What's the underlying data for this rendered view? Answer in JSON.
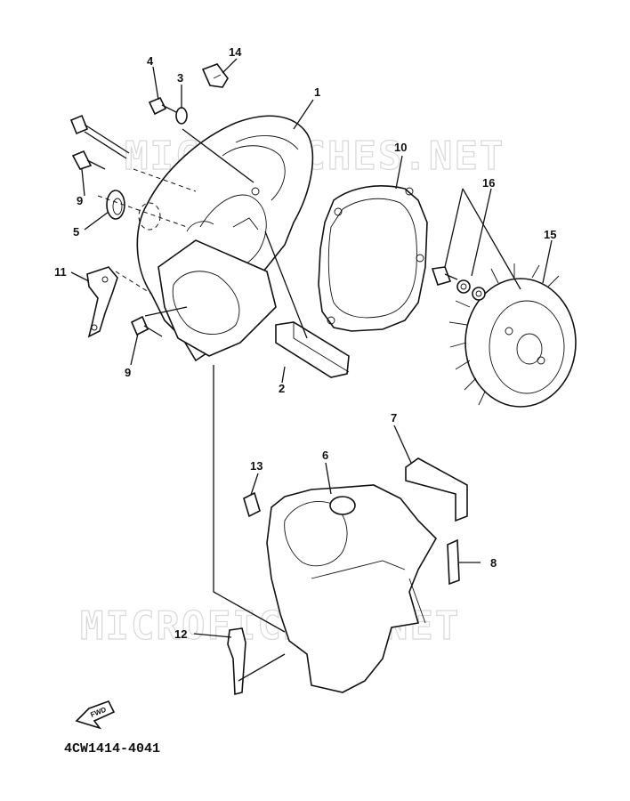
{
  "watermark": "MICROFICHES.NET",
  "diagram_code": "4CW1414-4041",
  "fwd_label": "FWD",
  "callouts": {
    "c1": "1",
    "c2": "2",
    "c3": "3",
    "c4": "4",
    "c5": "5",
    "c6": "6",
    "c7": "7",
    "c8": "8",
    "c9a": "9",
    "c9b": "9",
    "c10": "10",
    "c11": "11",
    "c12": "12",
    "c13": "13",
    "c14": "14",
    "c15": "15",
    "c16": "16"
  }
}
